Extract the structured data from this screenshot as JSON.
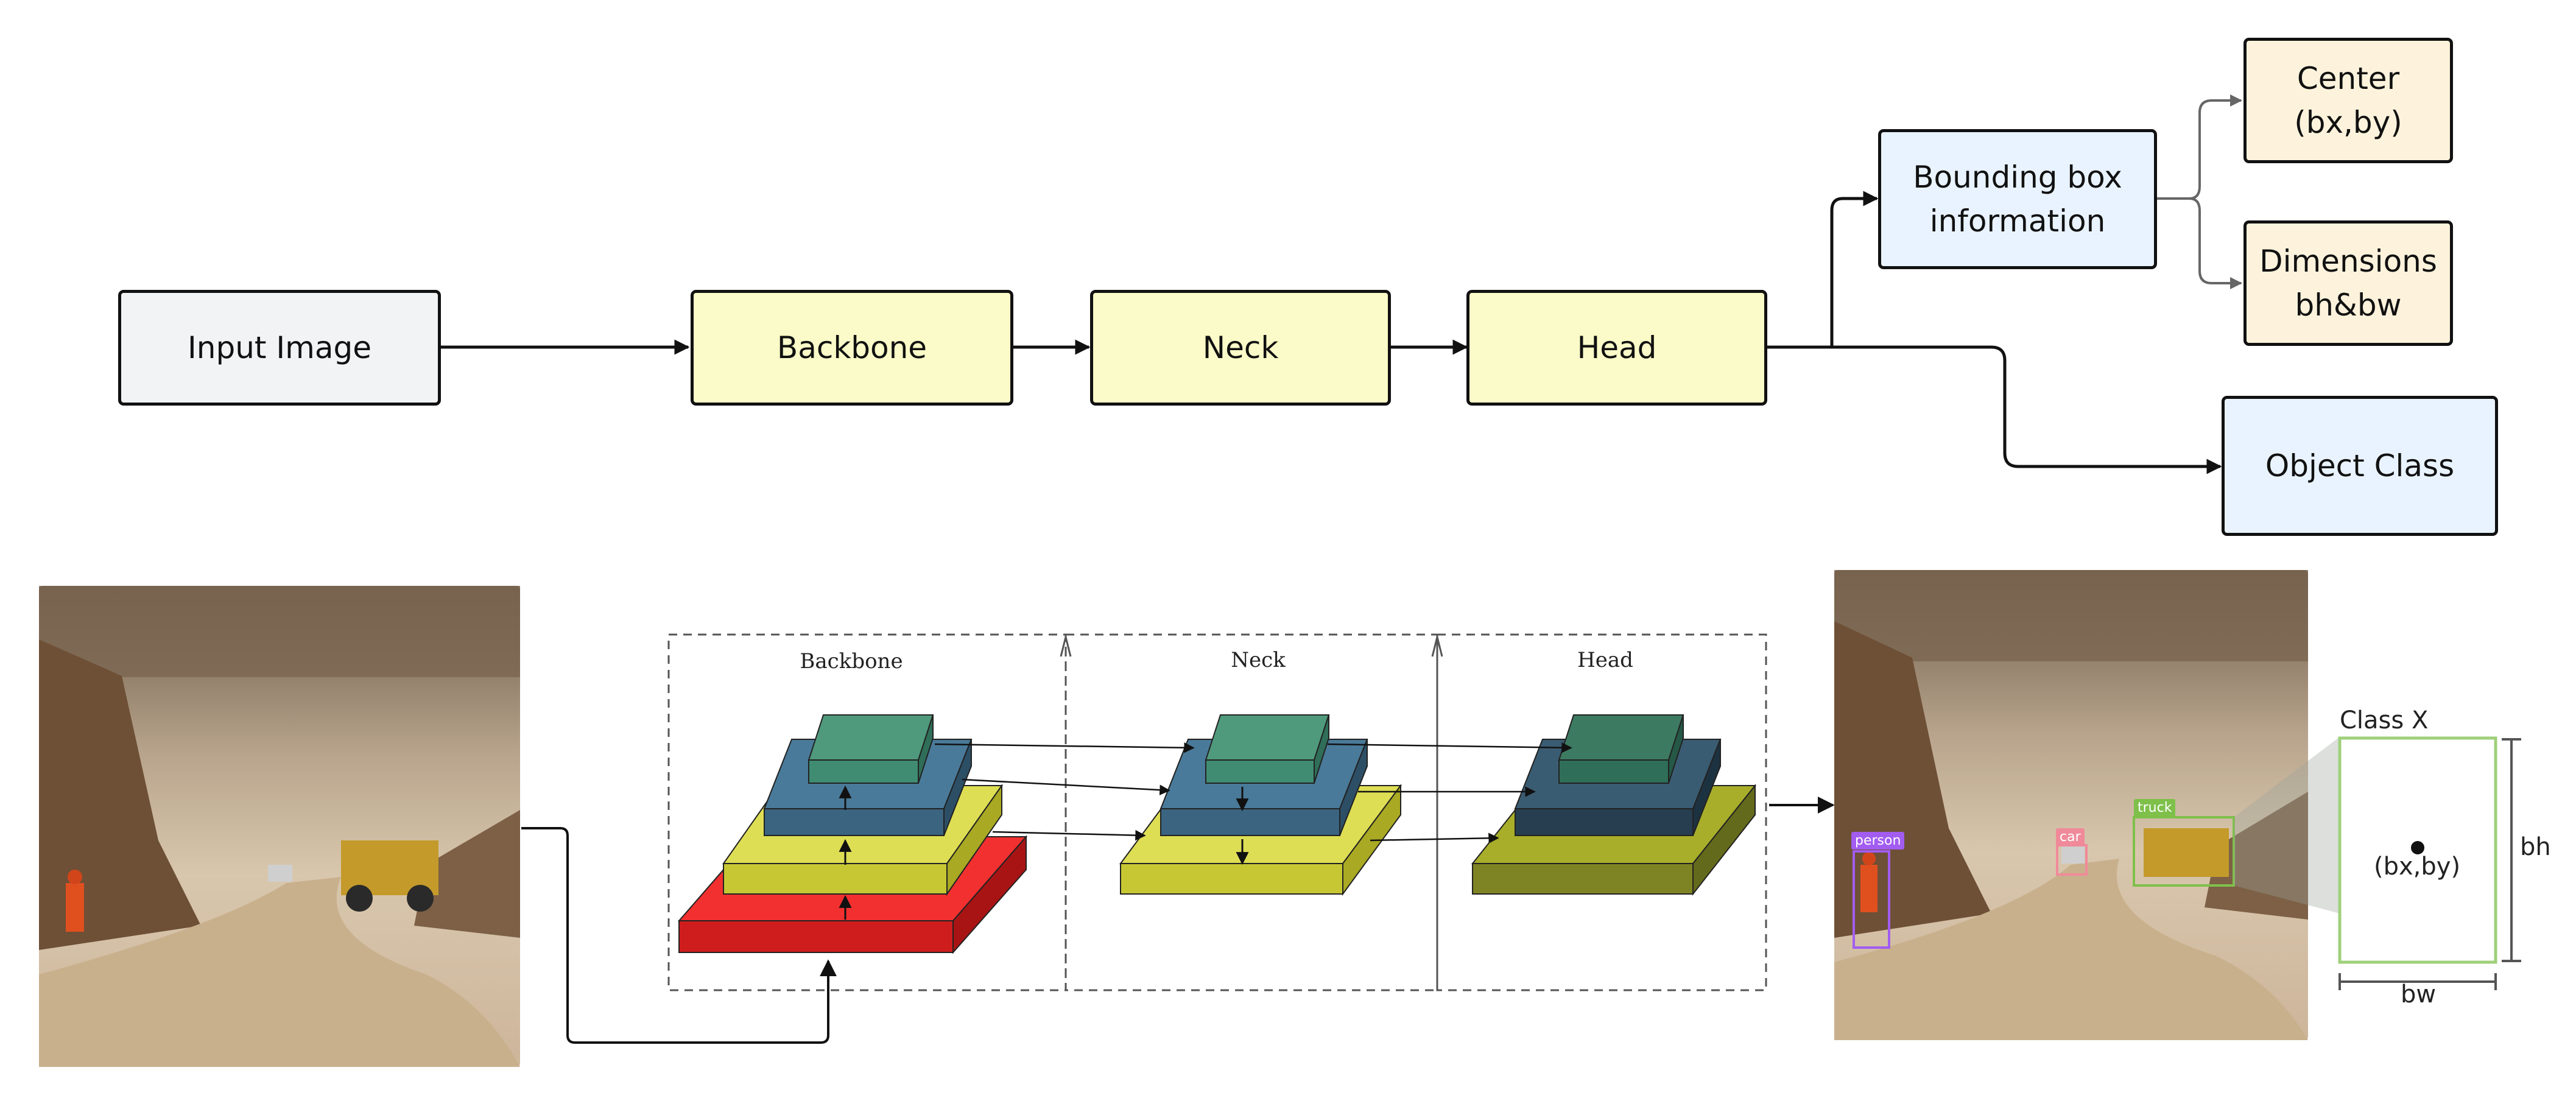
{
  "flow": {
    "input_image": "Input Image",
    "backbone": "Backbone",
    "neck": "Neck",
    "head": "Head",
    "bbox_info": "Bounding box\ninformation",
    "center": "Center\n(bx,by)",
    "dimensions": "Dimensions\nbh&bw",
    "object_class": "Object Class"
  },
  "architecture": {
    "backbone_label": "Backbone",
    "neck_label": "Neck",
    "head_label": "Head"
  },
  "detections": {
    "person": "person",
    "car": "car",
    "truck": "truck"
  },
  "output_box": {
    "class_label": "Class X",
    "center_label": "(bx,by)",
    "height_label": "bh",
    "width_label": "bw"
  },
  "colors": {
    "input_fill": "#f1f3f5",
    "stage_fill": "#fafbc8",
    "output_fill": "#e9f3ff",
    "attribute_fill": "#fdf3dc",
    "layer_red": "#f23030",
    "layer_yellow": "#dede55",
    "layer_blue": "#3f6e8c",
    "layer_green": "#3f8c72",
    "person_tag": "#a25cf0",
    "car_tag": "#f08a9a",
    "truck_tag": "#7ec04a"
  }
}
